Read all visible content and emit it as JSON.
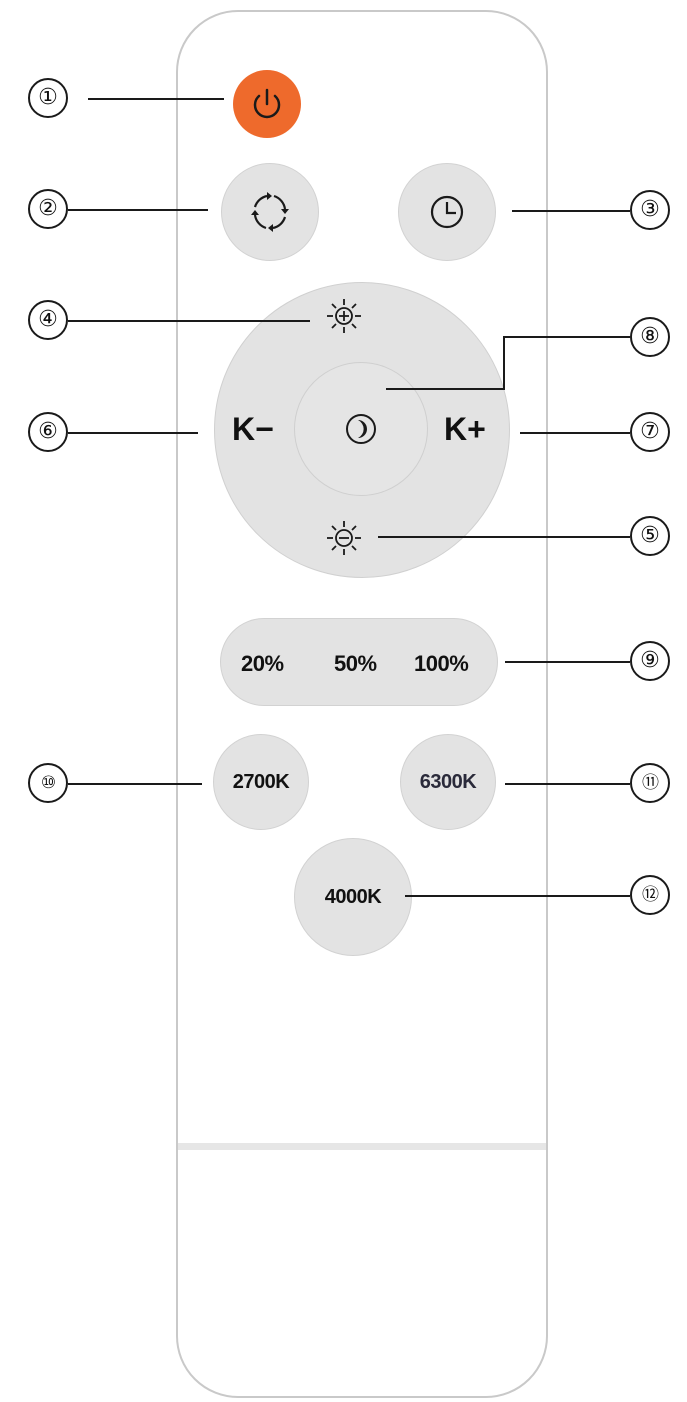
{
  "remote": {
    "buttons": {
      "power": {
        "icon": "power-icon",
        "color": "#ee6a2c"
      },
      "mode": {
        "icon": "cycle-arrows-icon"
      },
      "timer": {
        "icon": "clock-icon"
      },
      "brightness_up": {
        "icon": "sun-plus-icon"
      },
      "brightness_down": {
        "icon": "sun-minus-icon"
      },
      "night": {
        "icon": "moon-icon"
      },
      "k_minus": "K−",
      "k_plus": "K+"
    },
    "presets": [
      "20%",
      "50%",
      "100%"
    ],
    "color_temps": {
      "warm": "2700K",
      "cool": "6300K",
      "neutral": "4000K"
    }
  },
  "callouts": [
    "①",
    "②",
    "③",
    "④",
    "⑤",
    "⑥",
    "⑦",
    "⑧",
    "⑨",
    "⑩",
    "⑪",
    "⑫"
  ]
}
